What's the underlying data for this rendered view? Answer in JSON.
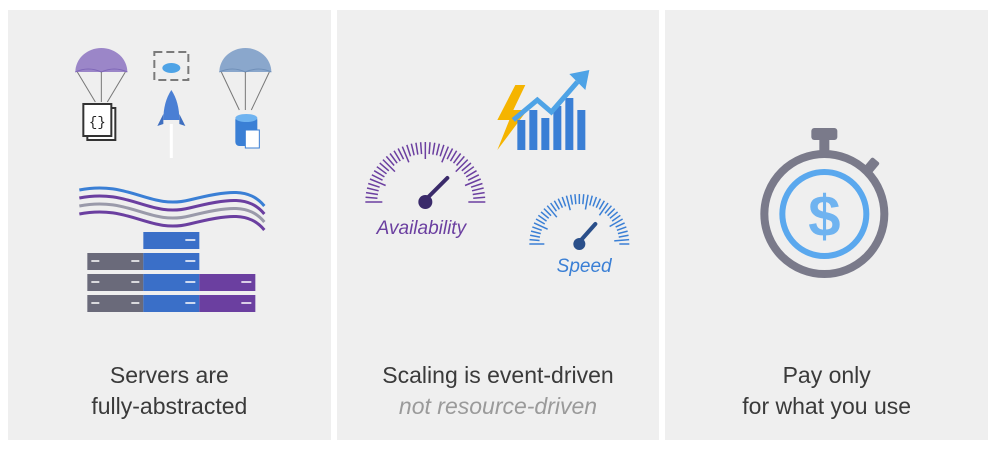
{
  "panels": [
    {
      "caption_line1": "Servers are",
      "caption_line2": "fully-abstracted",
      "icons": [
        "parachute-code-icon",
        "rocket-icon",
        "parachute-database-icon",
        "network-lines-icon",
        "server-stack-icon"
      ]
    },
    {
      "caption_line1": "Scaling is event-driven",
      "caption_line2": "not resource-driven",
      "gauge_availability_label": "Availability",
      "gauge_speed_label": "Speed",
      "icons": [
        "lightning-chart-icon",
        "availability-gauge-icon",
        "speed-gauge-icon"
      ]
    },
    {
      "caption_line1": "Pay only",
      "caption_line2": "for what you use",
      "icons": [
        "stopwatch-dollar-icon"
      ]
    }
  ],
  "colors": {
    "panel_bg": "#efefef",
    "purple": "#6b3fa0",
    "blue": "#3a7fd5",
    "light_blue": "#6fb3f0",
    "gray": "#6a6a7a",
    "yellow": "#f5b400",
    "caption": "#3a3a3a",
    "caption_sub": "#9a9a9a"
  }
}
